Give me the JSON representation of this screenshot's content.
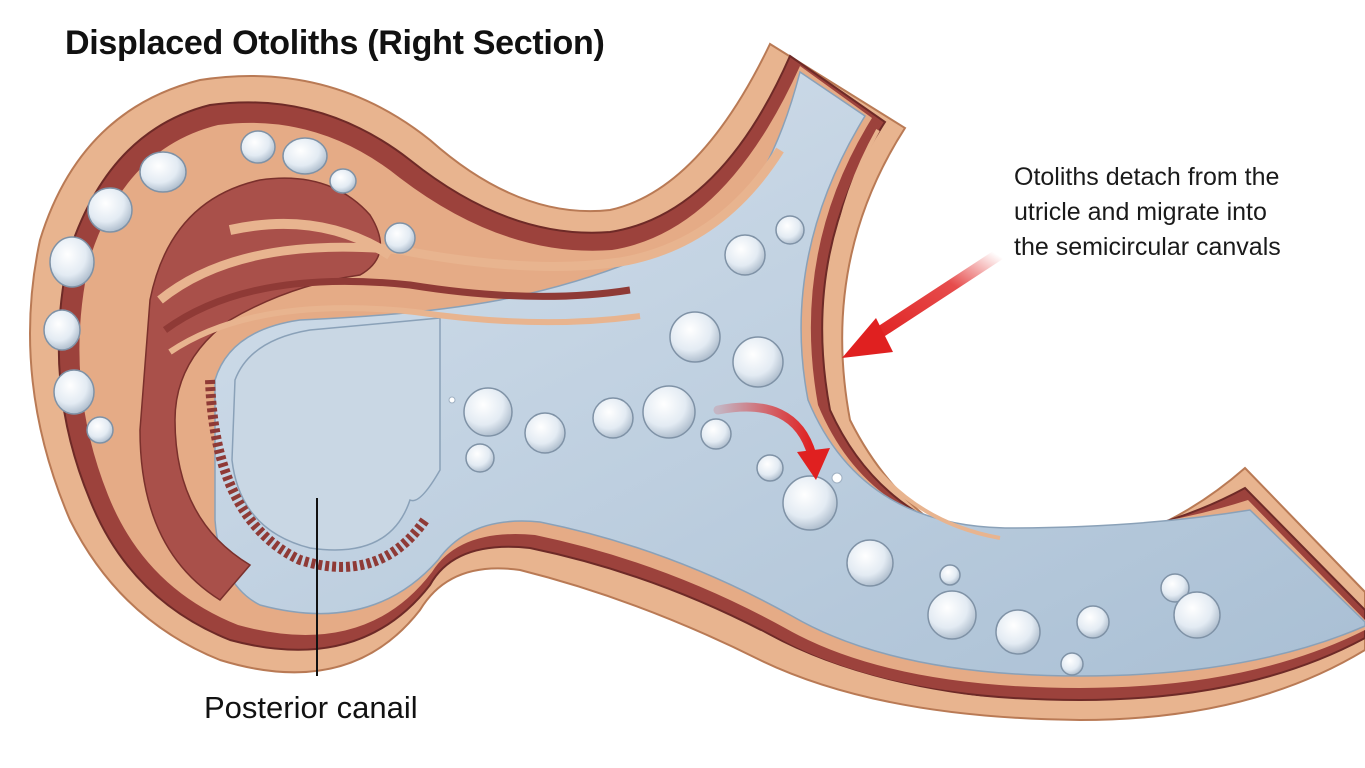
{
  "title": "Displaced Otoliths (Right Section)",
  "callout": {
    "lines": [
      "Otoliths detach from the",
      "utricle and migrate into",
      "the semicircular canvals"
    ]
  },
  "posterior_label": "Posterior canail",
  "colors": {
    "skin": "#e7b18c",
    "skin_light": "#f3d1b5",
    "wall_dark": "#8f3a36",
    "wall_mid": "#b86a5e",
    "fluid": "#b9cbdc",
    "fluid_light": "#d7e3ee",
    "otolith": "#eef3f8",
    "arrow": "#e02020"
  }
}
